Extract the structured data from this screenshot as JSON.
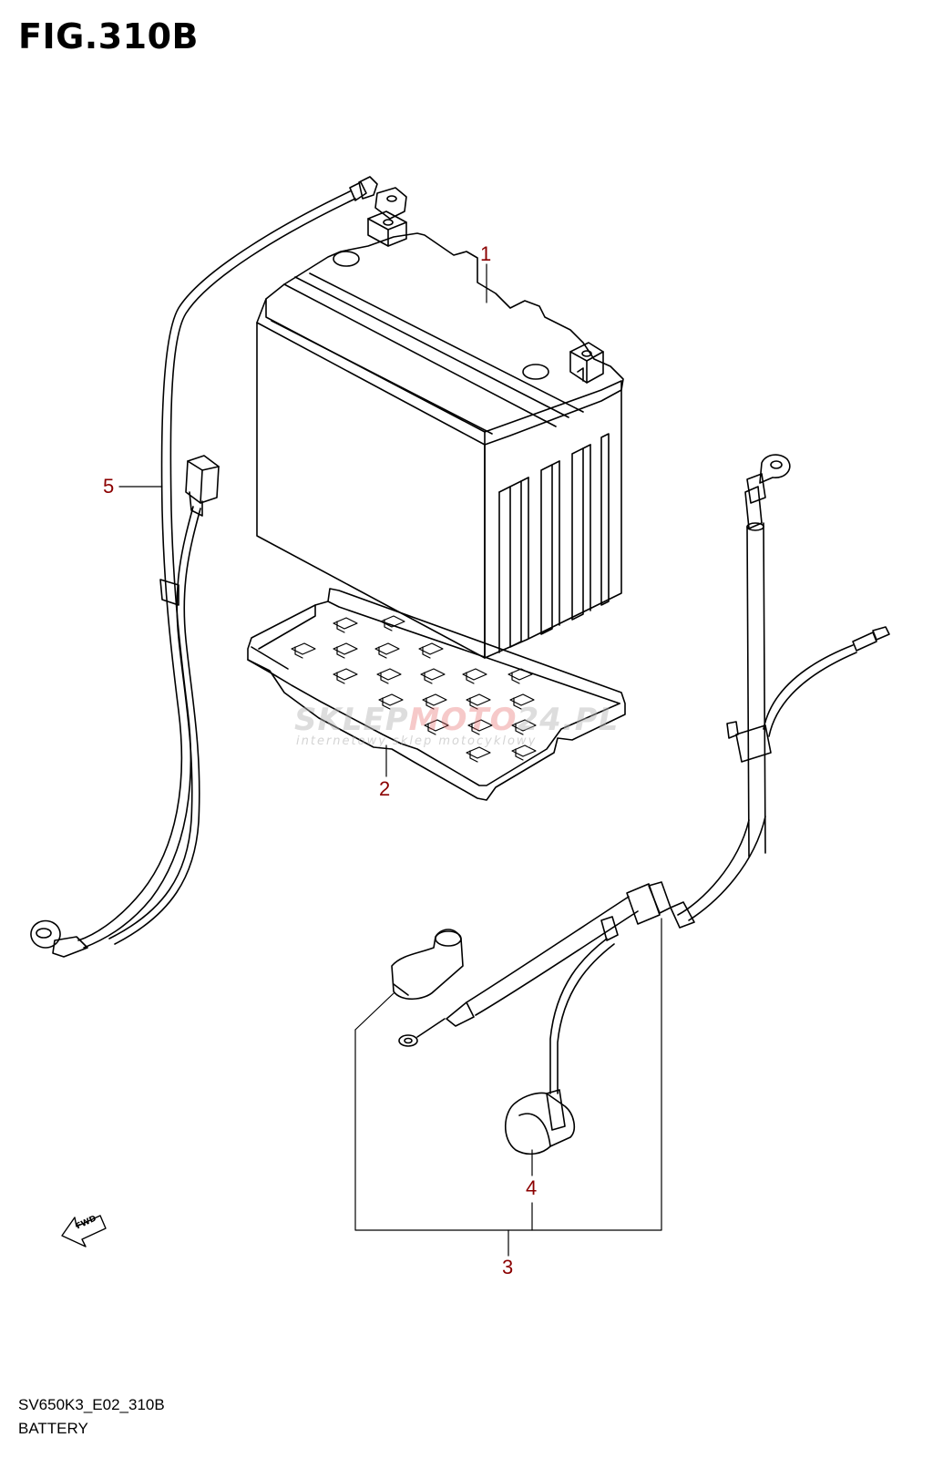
{
  "figure": {
    "title": "FIG.310B"
  },
  "callouts": [
    {
      "id": "1",
      "label": "1"
    },
    {
      "id": "2",
      "label": "2"
    },
    {
      "id": "3",
      "label": "3"
    },
    {
      "id": "4",
      "label": "4"
    },
    {
      "id": "5",
      "label": "5"
    }
  ],
  "watermark": {
    "text_main": "SKLEPMOTO24.PL",
    "text_main_a": "SKLEP",
    "text_main_b": "MOTO",
    "text_main_c": "24.PL",
    "text_sub": "internetowy sklep motocyklowy"
  },
  "fwd_arrow": {
    "label": "FWD",
    "icon": "fwd-arrow-icon"
  },
  "footer": {
    "code": "SV650K3_E02_310B",
    "name": "BATTERY"
  },
  "colors": {
    "line": "#000000",
    "callout": "#8b0000"
  }
}
